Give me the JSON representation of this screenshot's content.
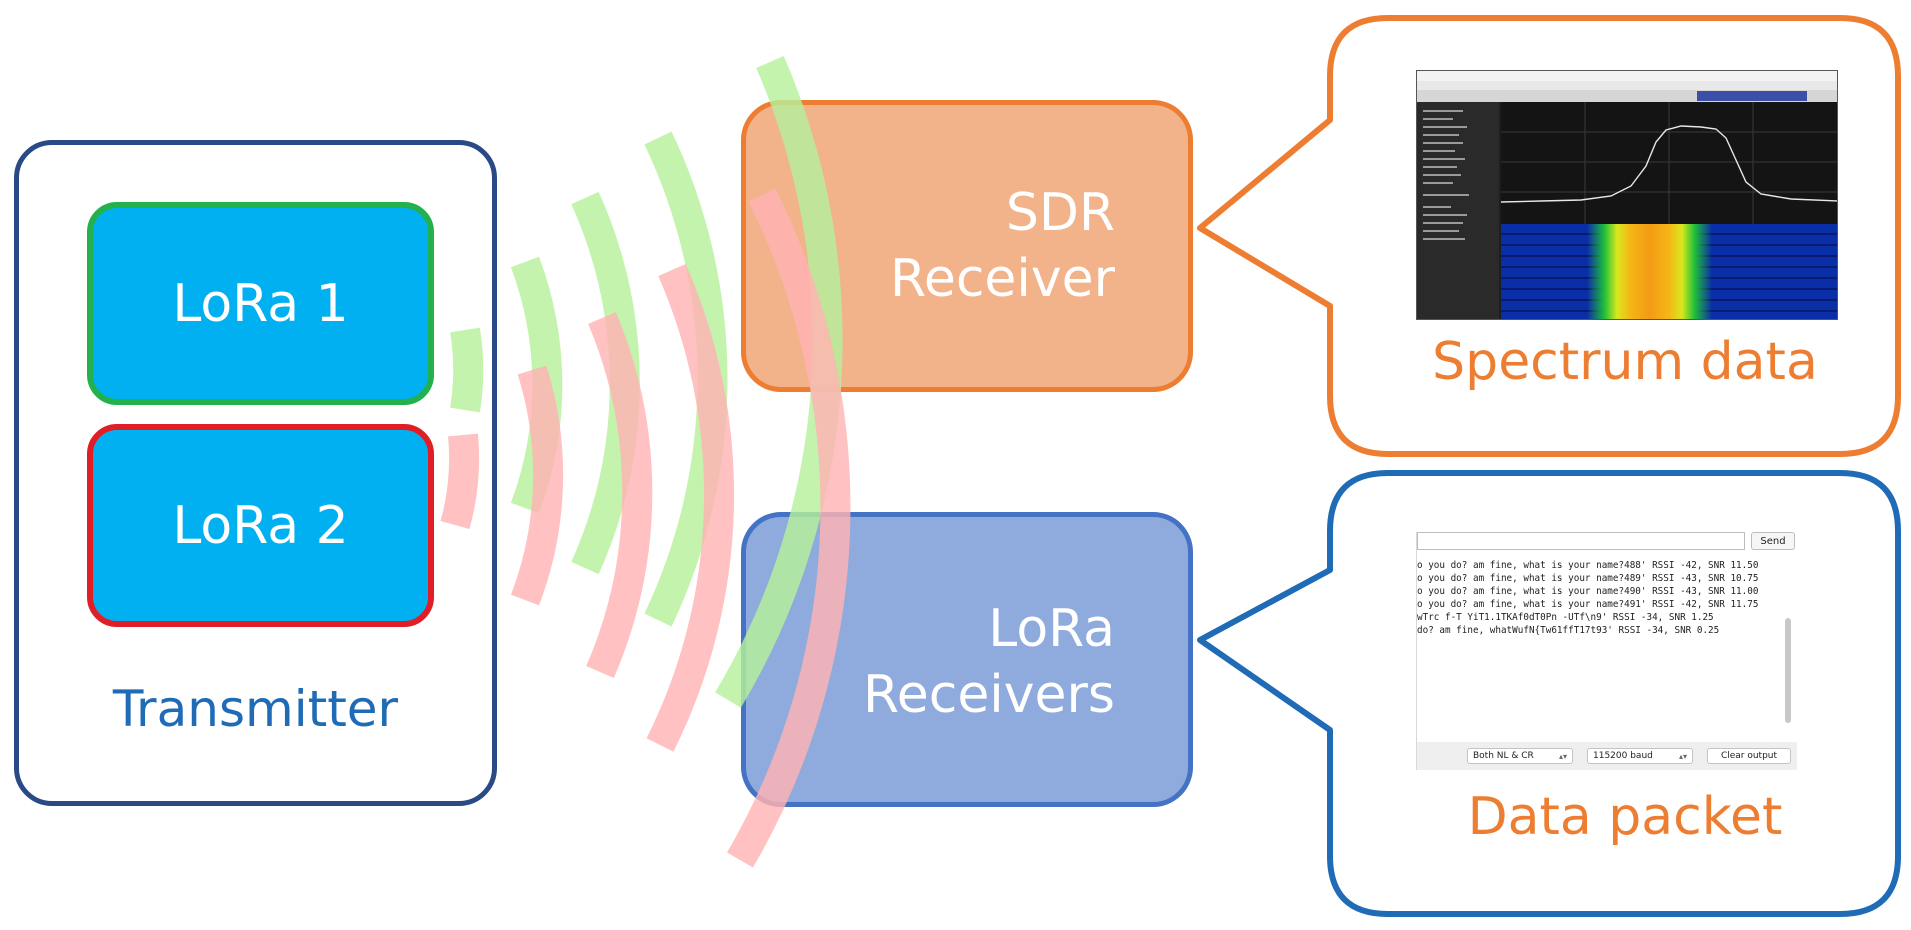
{
  "transmitter": {
    "label": "Transmitter",
    "modules": [
      {
        "label": "LoRa 1",
        "border_color": "#22b14c"
      },
      {
        "label": "LoRa 2",
        "border_color": "#e01e25"
      }
    ],
    "frame_color": "#2a4a86"
  },
  "sdr_receiver": {
    "line1": "SDR",
    "line2": "Receiver",
    "fill": "#f2b28a",
    "border": "#ed7d31"
  },
  "lora_receivers": {
    "line1": "LoRa",
    "line2": "Receivers",
    "fill": "#8faadc",
    "border": "#4472c4"
  },
  "signal_waves": {
    "colors": [
      "#b6f09b",
      "#ffb3b3"
    ]
  },
  "spectrum_callout": {
    "label": "Spectrum data",
    "border": "#ed7d31"
  },
  "packet_callout": {
    "label": "Data packet",
    "border": "#1f6bb6",
    "serial_monitor": {
      "send_label": "Send",
      "lines": [
        "o you do? am fine, what is your name?488' RSSI -42, SNR 11.50",
        "o you do? am fine, what is your name?489' RSSI -43, SNR 10.75",
        "o you do? am fine, what is your name?490' RSSI -43, SNR 11.00",
        "o you do? am fine, what is your name?491' RSSI -42, SNR 11.75",
        "wTrc f-T YiT1.1TKAf0dT0Pn -UTf\\n9' RSSI -34, SNR 1.25",
        "do? am fine, whatWufN{Tw61ffT17t93' RSSI -34, SNR 0.25"
      ],
      "line_ending": "Both NL & CR",
      "baud": "115200 baud",
      "clear_label": "Clear output"
    }
  }
}
